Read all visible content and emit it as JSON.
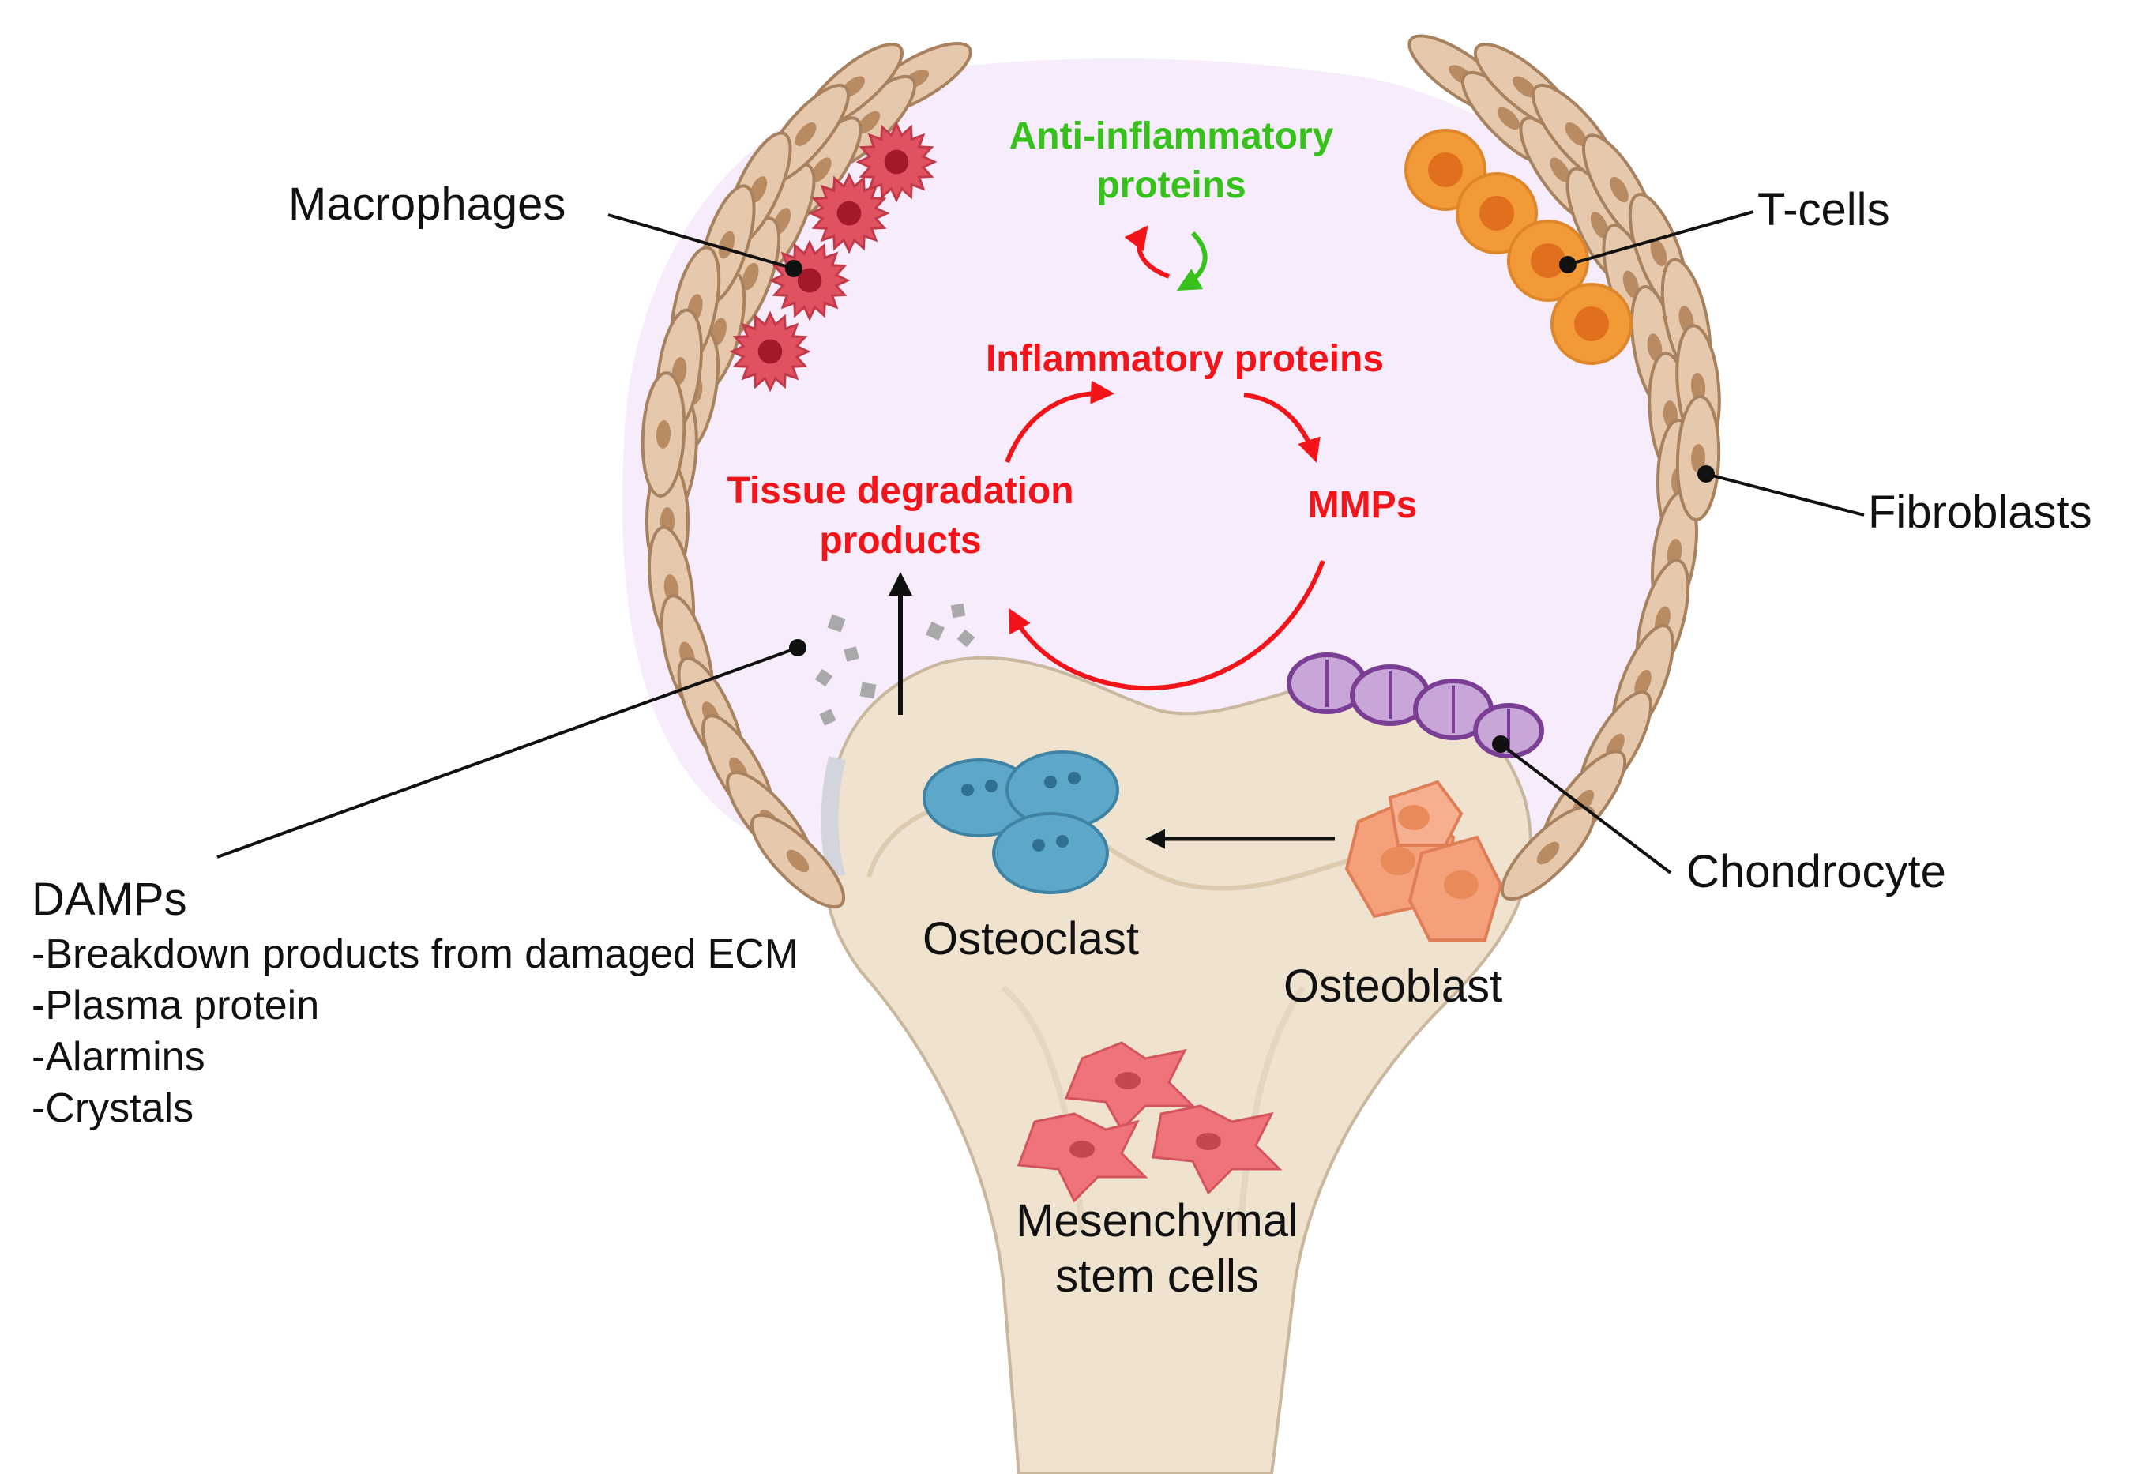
{
  "colors": {
    "capsule": "#f6ecfb",
    "fibroblast": "#e6c8ad",
    "fibroblast_edge": "#a8825f",
    "bone": "#efe3cf",
    "bone_edge": "#c9b89d",
    "red": "#f3141a",
    "green": "#36c21a",
    "macrophage": "#e05261",
    "tcell": "#f29a37",
    "chondrocyte": "#b58ac9",
    "osteoclast": "#5da7c9",
    "osteoblast": "#f4a07b",
    "msc": "#ee737b"
  },
  "cycle": {
    "anti_inflammatory_line1": "Anti-inflammatory",
    "anti_inflammatory_line2": "proteins",
    "inflammatory": "Inflammatory proteins",
    "tissue_line1": "Tissue degradation",
    "tissue_line2": "products",
    "mmps": "MMPs"
  },
  "labels": {
    "macrophages": "Macrophages",
    "tcells": "T-cells",
    "fibroblasts": "Fibroblasts",
    "chondrocyte": "Chondrocyte",
    "osteoclast": "Osteoclast",
    "osteoblast": "Osteoblast",
    "msc_line1": "Mesenchymal",
    "msc_line2": "stem cells"
  },
  "damps": {
    "title": "DAMPs",
    "items": [
      "-Breakdown products from damaged ECM",
      "-Plasma protein",
      "-Alarmins",
      "-Crystals"
    ]
  }
}
